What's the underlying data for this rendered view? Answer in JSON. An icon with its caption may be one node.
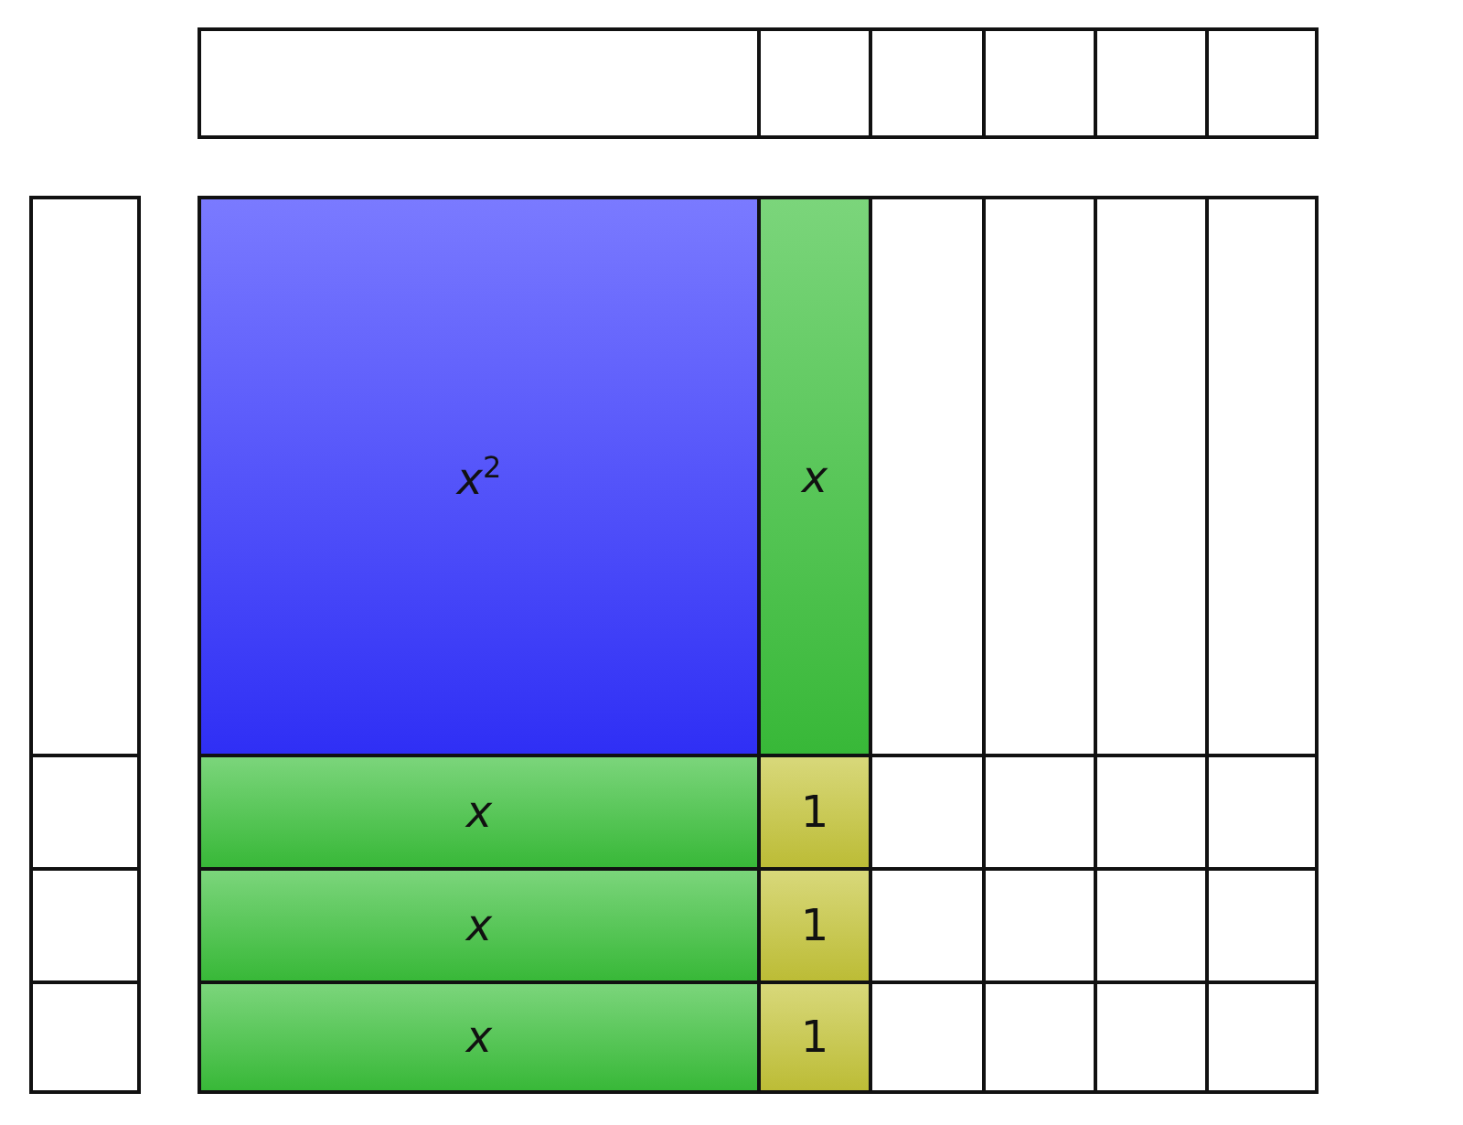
{
  "diagram": {
    "nodes": [
      {
        "text": [],
        "shape": "box"
      },
      {
        "text": [],
        "shape": "box"
      },
      {
        "text": [],
        "shape": "box"
      },
      {
        "text": [],
        "shape": "box"
      },
      {
        "text": [],
        "shape": "box"
      },
      {
        "text": [],
        "shape": "box"
      },
      {
        "text": [],
        "shape": "box"
      },
      {
        "text": [
          "x$^{2}$"
        ]
      },
      {
        "text": [
          "x"
        ]
      },
      {
        "text": [],
        "shape": "box"
      },
      {
        "text": [],
        "shape": "box"
      },
      {
        "text": [],
        "shape": "box"
      },
      {
        "text": [],
        "shape": "box"
      },
      {
        "text": [],
        "shape": "box"
      },
      {
        "text": [
          "x"
        ]
      },
      {
        "text": [
          "1"
        ]
      },
      {
        "text": [],
        "shape": "box"
      },
      {
        "text": [],
        "shape": "box"
      },
      {
        "text": [],
        "shape": "box"
      },
      {
        "text": [],
        "shape": "box"
      },
      {
        "text": [],
        "shape": "box"
      },
      {
        "text": [
          "x"
        ]
      },
      {
        "text": [
          "1"
        ]
      },
      {
        "text": [],
        "shape": "box"
      },
      {
        "text": [],
        "shape": "box"
      },
      {
        "text": [],
        "shape": "box"
      },
      {
        "text": [],
        "shape": "box"
      },
      {
        "text": [],
        "shape": "box"
      },
      {
        "text": [
          "x"
        ]
      },
      {
        "text": [
          "1"
        ]
      },
      {
        "text": [],
        "shape": "box"
      },
      {
        "text": [],
        "shape": "box"
      },
      {
        "text": [],
        "shape": "box"
      },
      {
        "text": [],
        "shape": "box"
      }
    ]
  }
}
